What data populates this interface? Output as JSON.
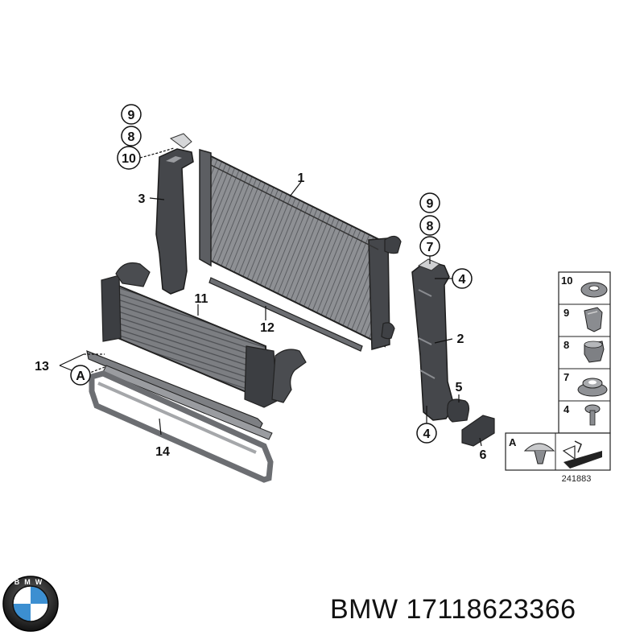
{
  "callouts": {
    "c1": "1",
    "c2": "2",
    "c3": "3",
    "c4a": "4",
    "c4b": "4",
    "c5": "5",
    "c6": "6",
    "c7": "7",
    "c8a": "8",
    "c8b": "8",
    "c9a": "9",
    "c9b": "9",
    "c10": "10",
    "c11": "11",
    "c12": "12",
    "c13": "13",
    "c14": "14",
    "cA": "A"
  },
  "legend": {
    "rows": [
      "10",
      "9",
      "8",
      "7",
      "4"
    ],
    "a_label": "A"
  },
  "reference_number": "241883",
  "brand": {
    "logo_letters": "BMW",
    "title": "BMW 17118623366"
  },
  "colors": {
    "part_fill": "#4a4c50",
    "part_light": "#8b8d90",
    "line": "#111111",
    "legend_border": "#222222"
  }
}
